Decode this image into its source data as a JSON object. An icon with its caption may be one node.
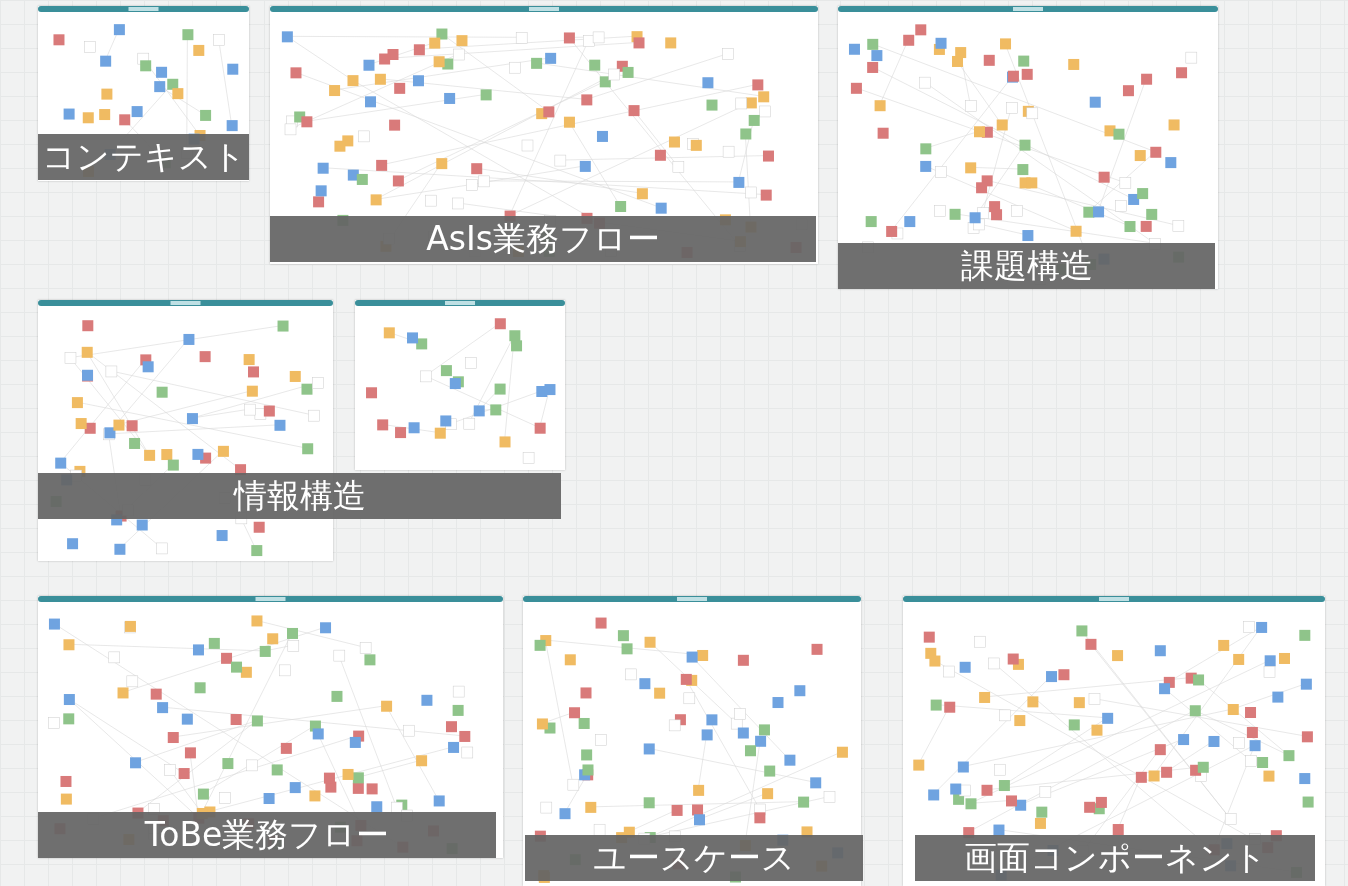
{
  "diagram": {
    "nodes": [
      {
        "text": [
          "コンテキスト"
        ]
      },
      {
        "text": [
          "AsIs業務フロー"
        ]
      },
      {
        "text": [
          "課題構造"
        ]
      },
      {
        "text": [
          "情報構造"
        ]
      },
      {
        "text": [],
        "shape": "box"
      },
      {
        "text": [
          "ToBe業務フロー"
        ]
      },
      {
        "text": [
          "ユースケース"
        ]
      },
      {
        "text": [
          "画面コンポーネント"
        ]
      }
    ]
  }
}
